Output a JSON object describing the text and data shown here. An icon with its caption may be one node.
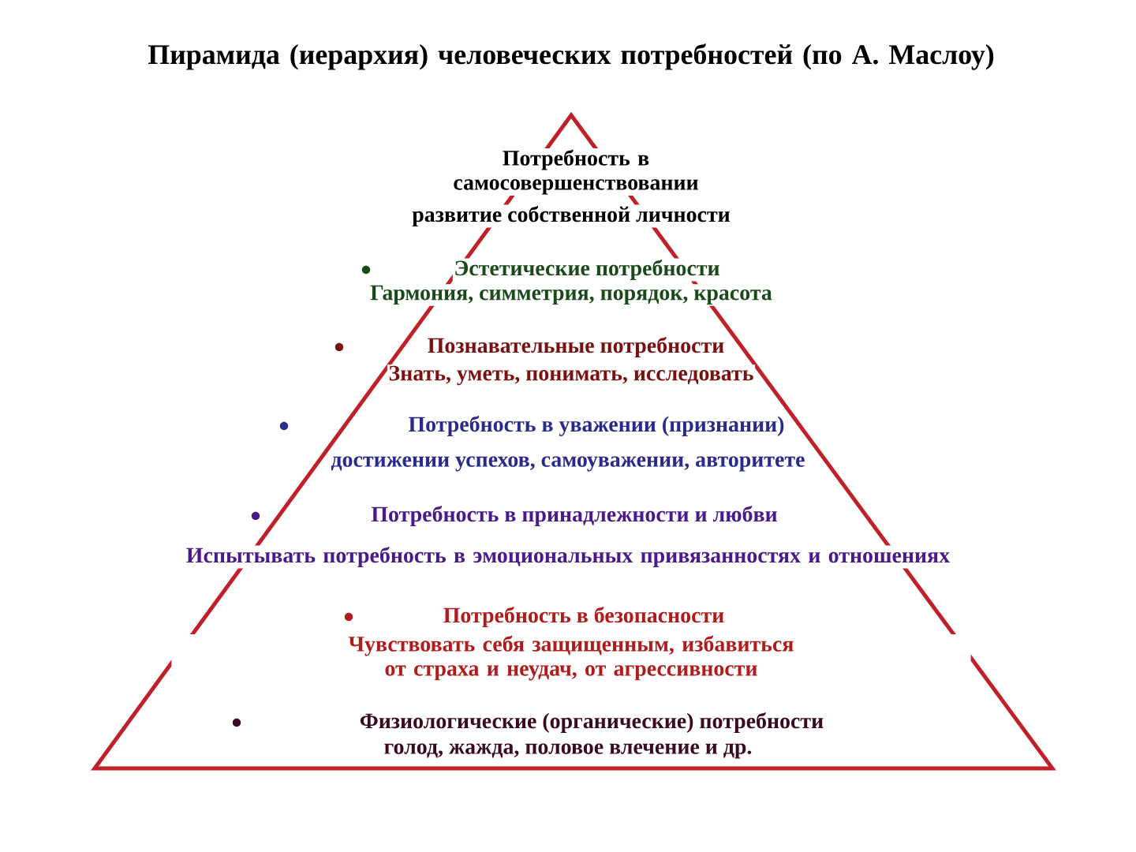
{
  "diagram": {
    "title": "Пирамида (иерархия) человеческих потребностей (по А. Маслоу)",
    "nodes": [
      {
        "text": [
          "Потребность в самосовершенствовании",
          "развитие собственной личности",
          "Эстетические потребности",
          "Гармония, симметрия, порядок, красота",
          "Познавательные потребности",
          "Знать, уметь, понимать, исследовать",
          "Потребность в уважении (признании)",
          "достижении успехов, самоуважении, авторитете",
          "Потребность в принадлежности и любви",
          "Испытывать потребность в эмоциональных привязанностях и отношениях",
          "Потребность в безопасности",
          "Чувствовать себя защищенным, избавиться от страха и неудач, от агрессивности",
          "Физиологические (органические) потребности",
          "голод, жажда, половое влечение и др."
        ]
      }
    ],
    "edges": []
  }
}
